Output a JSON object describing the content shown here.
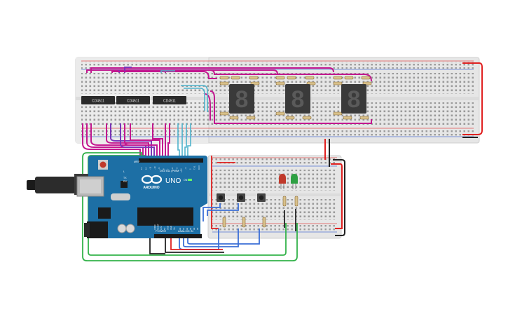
{
  "chips": [
    {
      "label": "CD4511"
    },
    {
      "label": "CD4511"
    },
    {
      "label": "CD4511"
    }
  ],
  "displays": [
    {
      "digit": "8"
    },
    {
      "digit": "8"
    },
    {
      "digit": "8"
    }
  ],
  "arduino": {
    "model": "UNO",
    "digital_label": "DIGITAL (PWM ~)",
    "power_label": "POWER",
    "analog_label": "ANALOG IN",
    "aref_label": "AREF",
    "tx_label": "TX",
    "rx_label": "RX",
    "l_label": "L",
    "on_label": "ON",
    "digital_pins": [
      "13",
      "12",
      "~11",
      "~10",
      "~9",
      "8",
      "7",
      "~6",
      "~5",
      "4",
      "~3",
      "2",
      "TX 1",
      "RX 0"
    ],
    "power_pins": [
      "IOREF",
      "RESET",
      "3.3V",
      "5V",
      "GND",
      "GND",
      "Vin"
    ],
    "analog_pins": [
      "A0",
      "A1",
      "A2",
      "A3",
      "A4",
      "A5"
    ]
  },
  "colors": {
    "wire_magenta": "#c2188f",
    "wire_purple": "#7b35b8",
    "wire_cyan": "#4fb3cc",
    "wire_blue": "#3b6fd6",
    "wire_red": "#e02020",
    "wire_black": "#222222",
    "wire_green": "#33b24a",
    "arduino_blue": "#1d6fa5",
    "led_red": "#c0392b",
    "led_green": "#2ea043"
  }
}
